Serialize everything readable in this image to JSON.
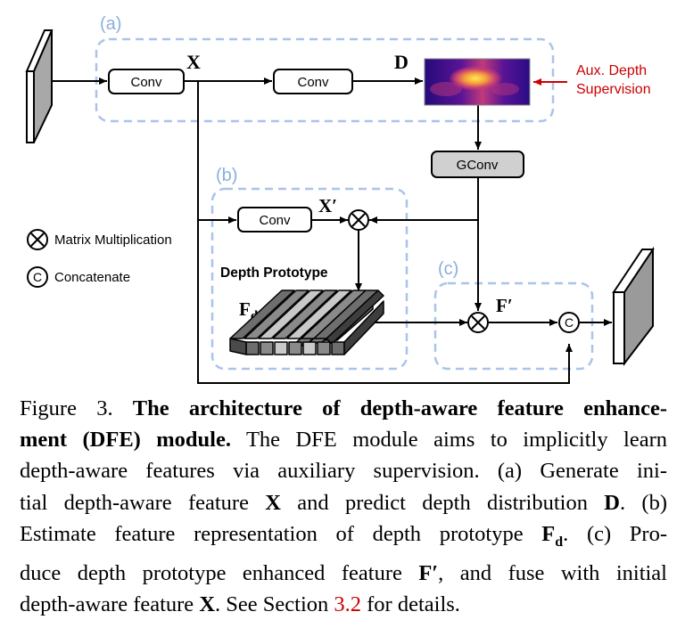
{
  "diagram": {
    "regions": {
      "a": "(a)",
      "b": "(b)",
      "c": "(c)"
    },
    "blocks": {
      "conv1": "Conv",
      "conv2": "Conv",
      "conv3": "Conv",
      "gconv": "GConv"
    },
    "symbols": {
      "x": "X",
      "d": "D",
      "x_prime": "X′",
      "f_prime": "F′",
      "f_d_main": "F",
      "f_d_sub": "d"
    },
    "aux": {
      "line1": "Aux. Depth",
      "line2": "Supervision",
      "color": "#cc0000"
    },
    "prototype_label": "Depth Prototype",
    "legend": {
      "matrix_symbol": "⊗",
      "matrix_label": "Matrix Multiplication",
      "concat_symbol": "C",
      "concat_label": "Concatenate"
    },
    "colors": {
      "region_border": "#a9c4ea",
      "gconv_fill": "#d0d0d0",
      "feature_face": "#9a9a9a"
    }
  },
  "caption": {
    "fig": "Figure 3. ",
    "title_l1": "The architecture of depth-aware feature enhance-",
    "title_l2": "ment (DFE) module.",
    "t2": " The DFE module aims to implicitly learn",
    "l3": "depth-aware features via auxiliary supervision.  (a) Generate ini-",
    "l4a": "tial depth-aware feature ",
    "l4x": "X",
    "l4b": " and predict depth distribution ",
    "l4d": "D",
    "l4c": ".  (b)",
    "l5a": "Estimate feature representation of depth prototype ",
    "l5f": "F",
    "l5sub": "d",
    "l5b": ".  (c) Pro-",
    "l6a": "duce depth prototype enhanced feature ",
    "l6f": "F′",
    "l6b": ", and fuse with initial",
    "l7a": "depth-aware feature ",
    "l7x": "X",
    "l7b": ". See Section ",
    "l7ref": "3.2",
    "l7c": " for details."
  }
}
